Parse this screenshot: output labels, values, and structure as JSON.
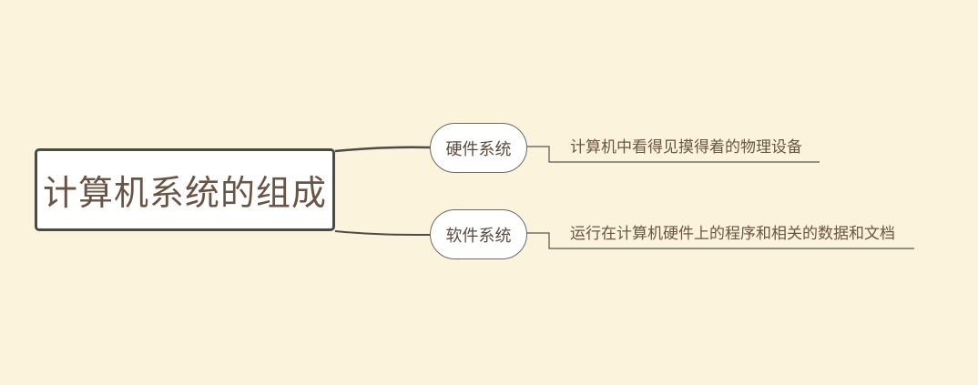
{
  "mindmap": {
    "root": {
      "label": "计算机系统的组成"
    },
    "branches": [
      {
        "label": "硬件系统",
        "detail": "计算机中看得见摸得着的物理设备"
      },
      {
        "label": "软件系统",
        "detail": "运行在计算机硬件上的程序和相关的数据和文档"
      }
    ]
  },
  "colors": {
    "background": "#fbf3dc",
    "root_border": "#4a4a47",
    "node_fill": "#ffffff",
    "text": "#6b5444",
    "connector": "#4a4a47"
  }
}
